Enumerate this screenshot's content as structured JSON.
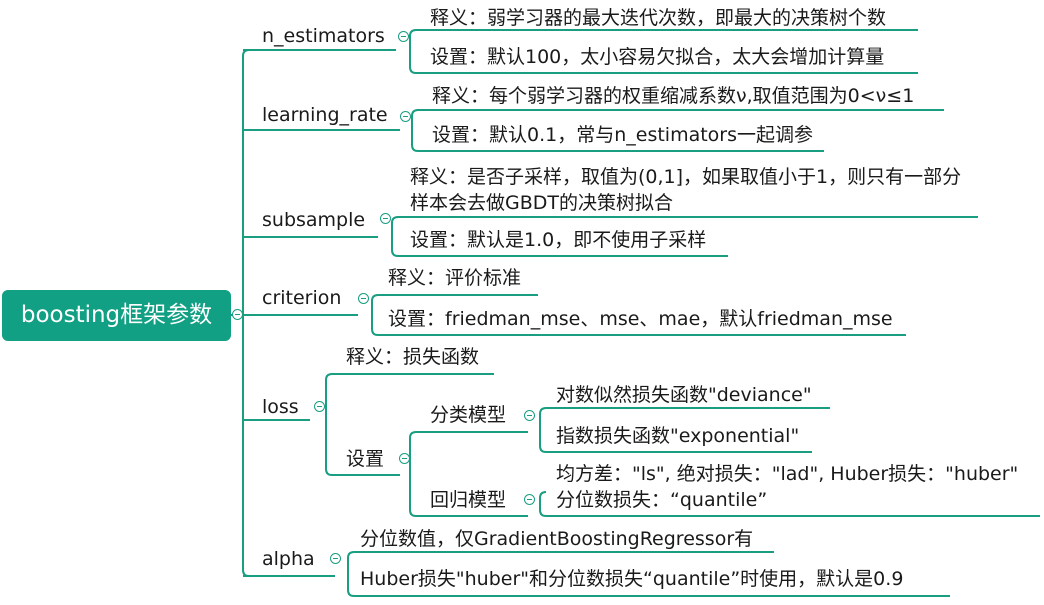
{
  "root": {
    "label": "boosting框架参数"
  },
  "branches": [
    {
      "id": "n_estimators",
      "label": "n_estimators",
      "children": [
        "释义：弱学习器的最大迭代次数，即最大的决策树个数",
        "设置：默认100，太小容易欠拟合，太大会增加计算量"
      ]
    },
    {
      "id": "learning_rate",
      "label": "learning_rate",
      "children": [
        "释义：每个弱学习器的权重缩减系数ν,取值范围为0<ν≤1",
        "设置：默认0.1，常与n_estimators一起调参"
      ]
    },
    {
      "id": "subsample",
      "label": "subsample",
      "children": [
        "释义：是否子采样，取值为(0,1]，如果取值小于1，则只有一部分样本会去做GBDT的决策树拟合",
        "设置：默认是1.0，即不使用子采样"
      ]
    },
    {
      "id": "criterion",
      "label": "criterion",
      "children": [
        "释义：评价标准",
        "设置：friedman_mse、mse、mae，默认friedman_mse"
      ]
    },
    {
      "id": "loss",
      "label": "loss",
      "definition": "释义：损失函数",
      "setting": {
        "label": "设置",
        "classification": {
          "label": "分类模型",
          "children": [
            "对数似然损失函数\"deviance\"",
            "指数损失函数\"exponential\""
          ]
        },
        "regression": {
          "label": "回归模型",
          "children": [
            "均方差：\"ls\", 绝对损失：\"lad\", Huber损失：\"huber\"",
            "分位数损失：“quantile”"
          ]
        }
      }
    },
    {
      "id": "alpha",
      "label": "alpha",
      "children": [
        "分位数值，仅GradientBoostingRegressor有",
        "Huber损失\"huber\"和分位数损失“quantile”时使用，默认是0.9"
      ]
    }
  ],
  "colors": {
    "accent": "#12a084",
    "line": "#1a9e82",
    "text": "#1a1a1a"
  }
}
